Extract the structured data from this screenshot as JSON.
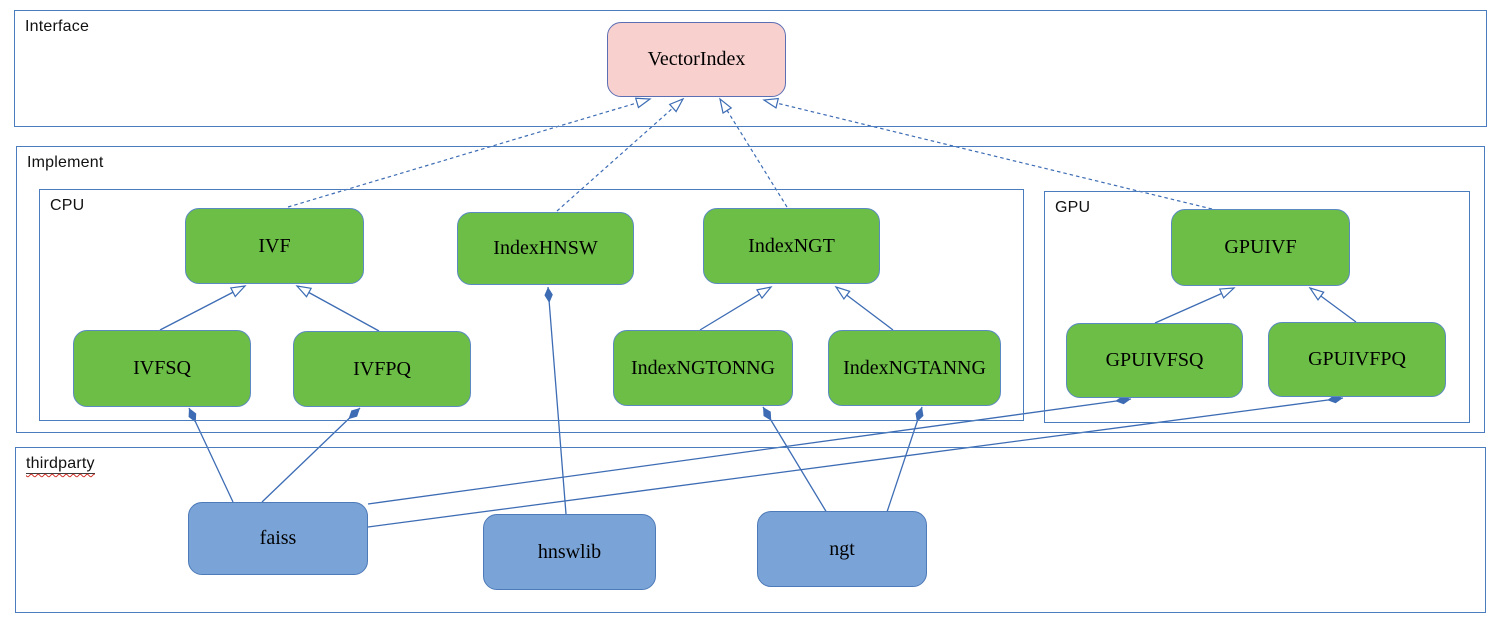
{
  "diagram": {
    "type": "uml-class-diagram",
    "containers": {
      "interface": {
        "label": "Interface"
      },
      "implement": {
        "label": "Implement"
      },
      "cpu": {
        "label": "CPU"
      },
      "gpu": {
        "label": "GPU"
      },
      "thirdparty": {
        "label": "thirdparty",
        "spellcheck_underline": true
      }
    },
    "nodes": {
      "vectorindex": {
        "label": "VectorIndex",
        "kind": "interface",
        "group": "interface",
        "fill": "#f8d0ce"
      },
      "ivf": {
        "label": "IVF",
        "kind": "class",
        "group": "cpu",
        "fill": "#6cbe46"
      },
      "indexhnsw": {
        "label": "IndexHNSW",
        "kind": "class",
        "group": "cpu",
        "fill": "#6cbe46"
      },
      "indexngt": {
        "label": "IndexNGT",
        "kind": "class",
        "group": "cpu",
        "fill": "#6cbe46"
      },
      "ivfsq": {
        "label": "IVFSQ",
        "kind": "class",
        "group": "cpu",
        "fill": "#6cbe46"
      },
      "ivfpq": {
        "label": "IVFPQ",
        "kind": "class",
        "group": "cpu",
        "fill": "#6cbe46"
      },
      "indexngtonng": {
        "label": "IndexNGTONNG",
        "kind": "class",
        "group": "cpu",
        "fill": "#6cbe46"
      },
      "indexngtanng": {
        "label": "IndexNGTANNG",
        "kind": "class",
        "group": "cpu",
        "fill": "#6cbe46"
      },
      "gpuivf": {
        "label": "GPUIVF",
        "kind": "class",
        "group": "gpu",
        "fill": "#6cbe46"
      },
      "gpuivfsq": {
        "label": "GPUIVFSQ",
        "kind": "class",
        "group": "gpu",
        "fill": "#6cbe46"
      },
      "gpuivfpq": {
        "label": "GPUIVFPQ",
        "kind": "class",
        "group": "gpu",
        "fill": "#6cbe46"
      },
      "faiss": {
        "label": "faiss",
        "kind": "library",
        "group": "thirdparty",
        "fill": "#7aa4d8"
      },
      "hnswlib": {
        "label": "hnswlib",
        "kind": "library",
        "group": "thirdparty",
        "fill": "#7aa4d8"
      },
      "ngt": {
        "label": "ngt",
        "kind": "library",
        "group": "thirdparty",
        "fill": "#7aa4d8"
      }
    },
    "edges": [
      {
        "from": "ivf",
        "to": "vectorindex",
        "type": "realization"
      },
      {
        "from": "indexhnsw",
        "to": "vectorindex",
        "type": "realization"
      },
      {
        "from": "indexngt",
        "to": "vectorindex",
        "type": "realization"
      },
      {
        "from": "gpuivf",
        "to": "vectorindex",
        "type": "realization"
      },
      {
        "from": "ivfsq",
        "to": "ivf",
        "type": "generalization"
      },
      {
        "from": "ivfpq",
        "to": "ivf",
        "type": "generalization"
      },
      {
        "from": "indexngtonng",
        "to": "indexngt",
        "type": "generalization"
      },
      {
        "from": "indexngtanng",
        "to": "indexngt",
        "type": "generalization"
      },
      {
        "from": "gpuivfsq",
        "to": "gpuivf",
        "type": "generalization"
      },
      {
        "from": "gpuivfpq",
        "to": "gpuivf",
        "type": "generalization"
      },
      {
        "from": "ivfsq",
        "to": "faiss",
        "type": "composition"
      },
      {
        "from": "ivfpq",
        "to": "faiss",
        "type": "composition"
      },
      {
        "from": "gpuivfsq",
        "to": "faiss",
        "type": "composition"
      },
      {
        "from": "gpuivfpq",
        "to": "faiss",
        "type": "composition"
      },
      {
        "from": "indexhnsw",
        "to": "hnswlib",
        "type": "composition"
      },
      {
        "from": "indexngtonng",
        "to": "ngt",
        "type": "composition"
      },
      {
        "from": "indexngtanng",
        "to": "ngt",
        "type": "composition"
      }
    ],
    "colors": {
      "interface_fill": "#f8d0ce",
      "class_fill": "#6cbe46",
      "library_fill": "#7aa4d8",
      "edge_stroke": "#3d6cb4",
      "container_border": "#4a7cbe",
      "spellcheck_underline": "#d03027"
    }
  }
}
